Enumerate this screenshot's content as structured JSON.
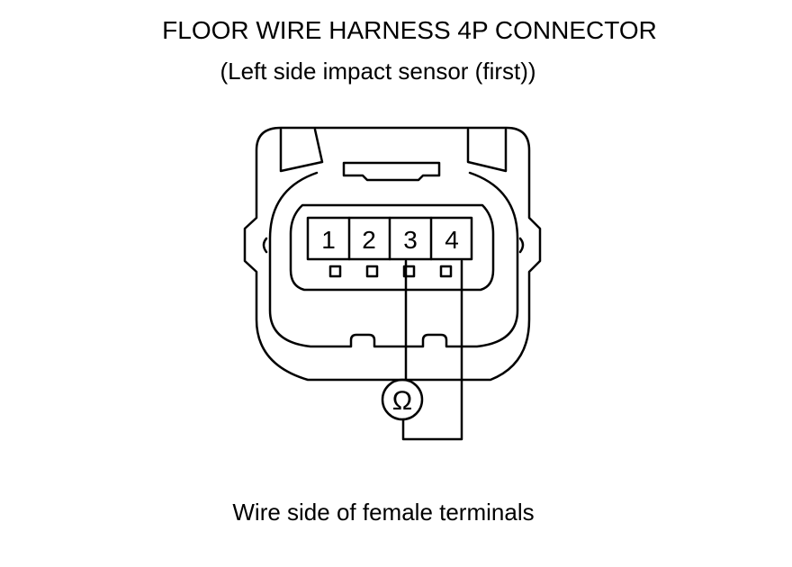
{
  "title": "FLOOR WIRE HARNESS 4P CONNECTOR",
  "subtitle": "(Left side impact sensor (first))",
  "caption": "Wire side of female terminals",
  "connector": {
    "pins": [
      "1",
      "2",
      "3",
      "4"
    ]
  },
  "meter": {
    "symbol": "Ω",
    "probed_pins": [
      "3",
      "4"
    ]
  }
}
